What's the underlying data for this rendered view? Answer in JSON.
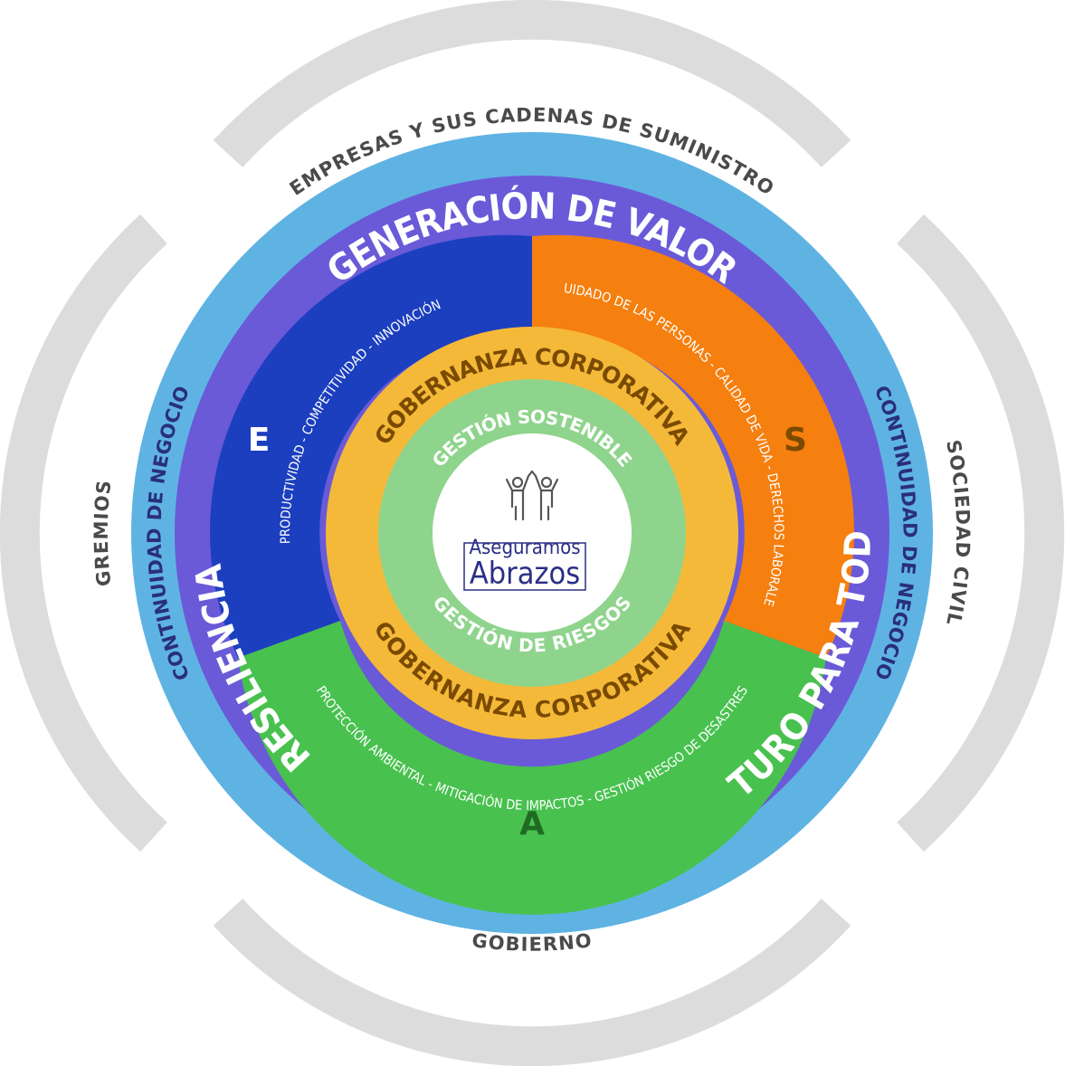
{
  "stakeholders": {
    "top": "EMPRESAS Y SUS CADENAS DE SUMINISTRO",
    "left": "GREMIOS",
    "right": "SOCIEDAD CIVIL",
    "bottom": "GOBIERNO"
  },
  "continuity": {
    "left": "CONTINUIDAD DE NEGOCIO",
    "right": "CONTINUIDAD DE NEGOCIO"
  },
  "outer_ring": {
    "top": "GENERACIÓN DE VALOR",
    "left": "RESILIENCIA",
    "right": "FUTURO PARA TODOS"
  },
  "segments": {
    "e": {
      "letter": "E",
      "text": "PRODUCTIVIDAD - COMPETITIVIDAD - INNOVACIÓN",
      "color": "#1c3fbf"
    },
    "s": {
      "letter": "S",
      "text": "CUIDADO DE LAS PERSONAS - CALIDAD DE VIDA - DERECHOS LABORALES",
      "color": "#f57f0f"
    },
    "a": {
      "letter": "A",
      "text": "PROTECCIÓN AMBIENTAL - MITIGACIÓN DE IMPACTOS - GESTIÓN RIESGO DE DESASTRES",
      "color": "#48c14f"
    }
  },
  "governance": {
    "top": "GOBERNANZA CORPORATIVA",
    "bottom": "GOBERNANZA CORPORATIVA"
  },
  "management": {
    "top": "GESTIÓN SOSTENIBLE",
    "bottom": "GESTIÓN DE RIESGOS"
  },
  "logo": {
    "line1": "Aseguramos",
    "line2": "Abrazos",
    "icon": "high-five-people-icon"
  },
  "colors": {
    "stakeholder_band": "#dcdcdc",
    "light_blue_ring": "#5fb3e3",
    "purple_ring": "#6a5ad8",
    "governance_ring": "#f5b93a",
    "management_ring": "#8fd48c",
    "letter_e": "#ffffff",
    "letter_s": "#7a4a00",
    "letter_a": "#1f6b24"
  }
}
